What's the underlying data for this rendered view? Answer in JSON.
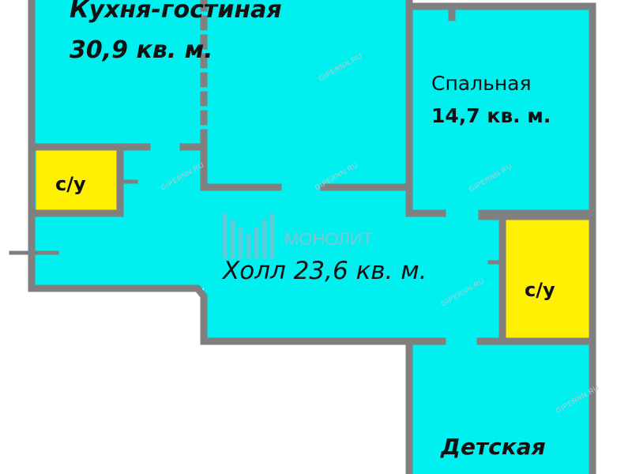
{
  "plan": {
    "rooms": [
      {
        "id": "kitchen",
        "name": "Кухня-гостиная",
        "area": "30,9 кв. м."
      },
      {
        "id": "bedroom",
        "name": "Спальная",
        "area": "14,7 кв. м."
      },
      {
        "id": "hall",
        "name": "Холл 23,6 кв. м."
      },
      {
        "id": "wc-left",
        "name": "с/у"
      },
      {
        "id": "wc-right",
        "name": "с/у"
      },
      {
        "id": "kids",
        "name": "Детская"
      }
    ],
    "colors": {
      "room": "#00f0f0",
      "wc": "#ffef00",
      "wall": "#808080"
    }
  },
  "watermark": {
    "brand": "МОНОЛИТ",
    "site": "GIPERNN.RU"
  }
}
